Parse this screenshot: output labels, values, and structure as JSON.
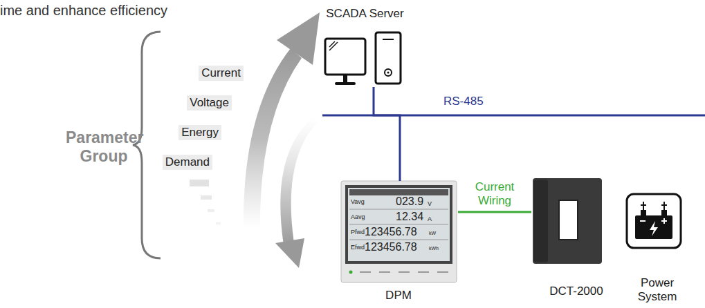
{
  "diagram": {
    "nodes": [
      {
        "text": [
          "SCADA Server"
        ]
      },
      {
        "text": [
          "Current"
        ]
      },
      {
        "text": [
          "Voltage"
        ]
      },
      {
        "text": [
          "Energy"
        ]
      },
      {
        "text": [
          "Demand"
        ]
      },
      {
        "text": [
          "DPM"
        ]
      },
      {
        "text": [
          "DCT-2000"
        ]
      },
      {
        "text": [
          "Power System"
        ]
      }
    ],
    "edges": [
      {
        "from": 0,
        "to": 5,
        "arrow": "none"
      },
      {
        "from": 5,
        "to": 6,
        "label": "Current Wiring",
        "arrow": "none"
      }
    ],
    "labels": [
      "ime and enhance efficiency",
      "Parameter Group",
      "RS-485",
      "Vavg",
      "023.9",
      "V",
      "Aavg",
      "12.34",
      "A",
      "Pfwd",
      "123456.78",
      "kW",
      "Efwd",
      "123456.78",
      "kWh"
    ]
  }
}
